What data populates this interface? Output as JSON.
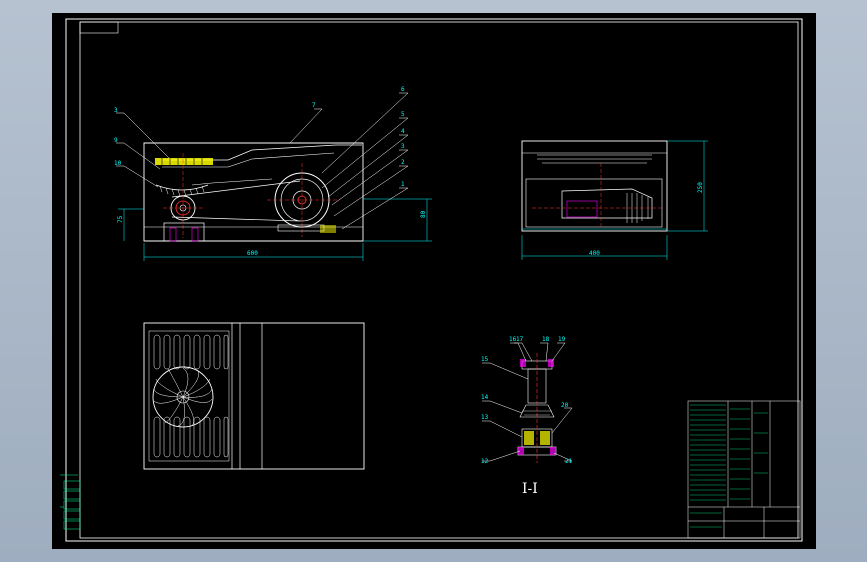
{
  "drawing": {
    "front_view": {
      "callouts": [
        "3",
        "9",
        "10",
        "7",
        "6",
        "5",
        "4",
        "3",
        "2",
        "1"
      ],
      "dims": {
        "width": "600",
        "left_h": "75",
        "right_h": "80"
      }
    },
    "side_view": {
      "dims": {
        "width": "400",
        "height": "250"
      }
    },
    "section_view": {
      "callouts_left": [
        "16",
        "17",
        "15",
        "14",
        "13",
        "12"
      ],
      "callouts_right": [
        "18",
        "19",
        "20",
        "21"
      ],
      "title": "I-I"
    }
  },
  "colors": {
    "frame": "#ffffff",
    "dims": "#00ffff",
    "center": "#ff3030",
    "accent": "#ffff00",
    "part": "#ff00ff",
    "bg": "#000000"
  }
}
